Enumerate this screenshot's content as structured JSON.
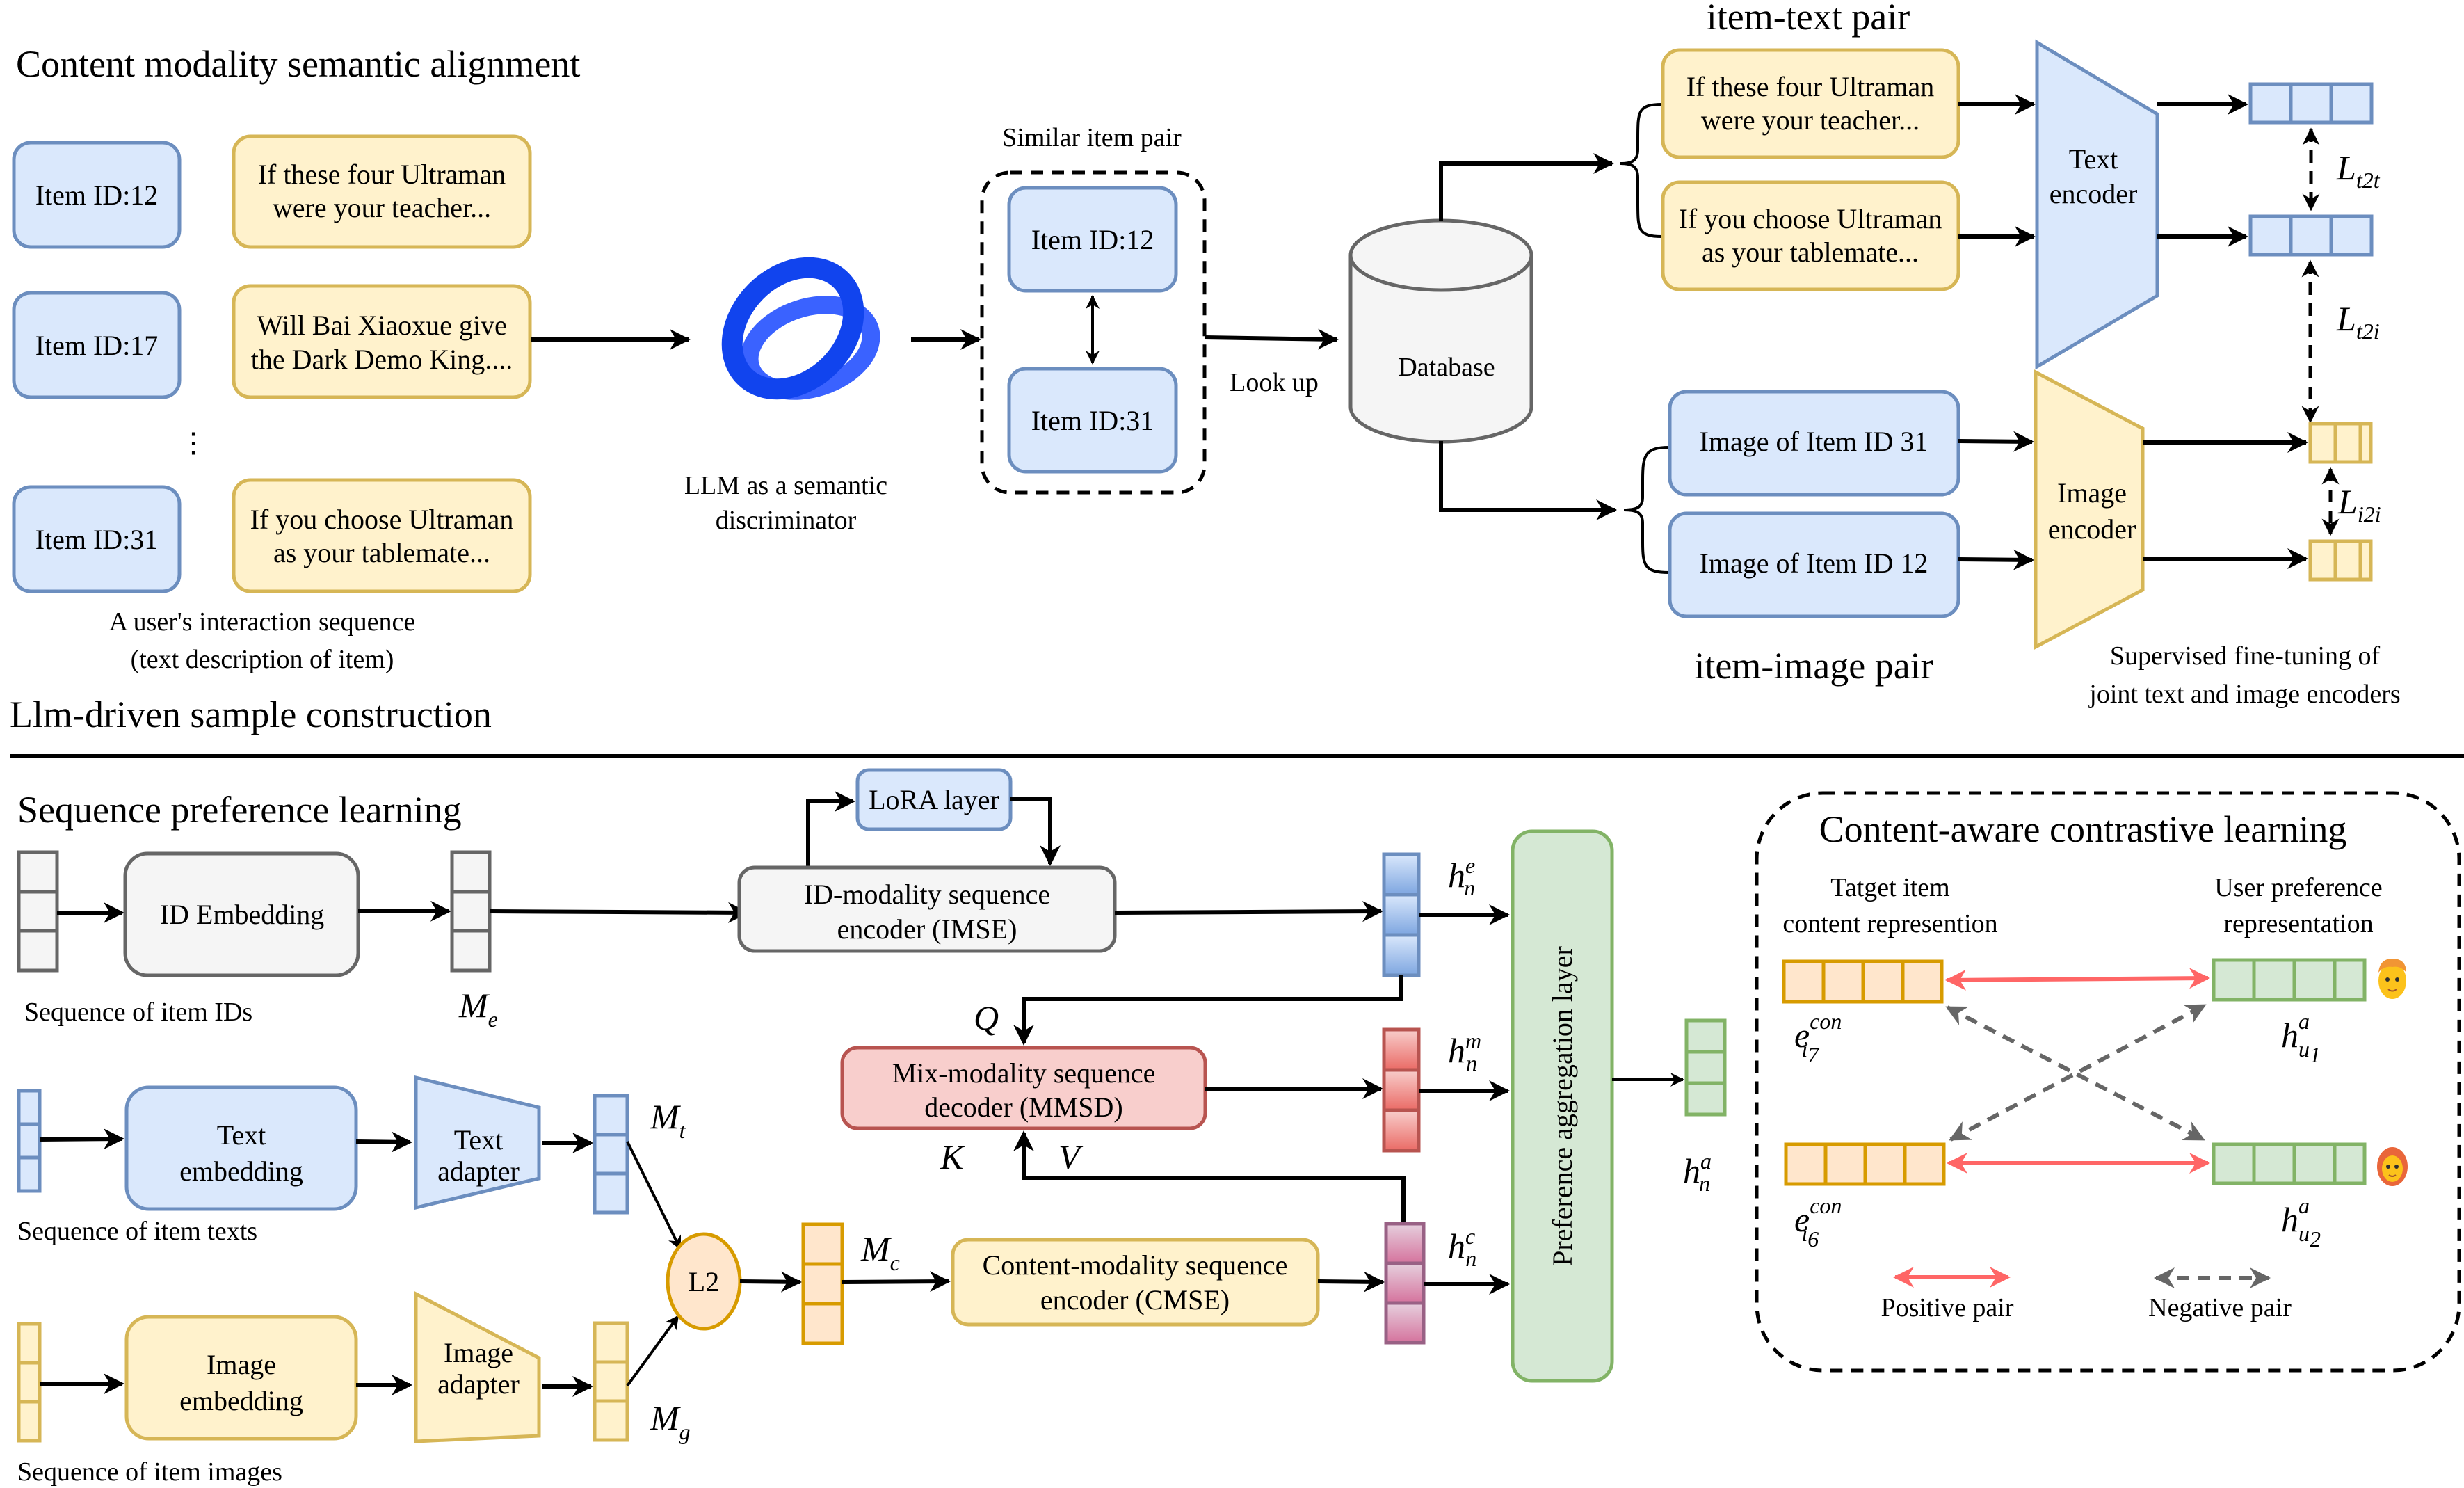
{
  "sections": {
    "top_title": "Content modality semantic alignment",
    "top_subtitle": "Llm-driven sample construction",
    "bottom_title": "Sequence preference learning"
  },
  "colors": {
    "blue_fill": "#dae8fc",
    "blue_stroke": "#6c8ebf",
    "yellow_fill": "#fff2cc",
    "yellow_stroke": "#d6b656",
    "gray_fill": "#f5f5f5",
    "gray_stroke": "#666666",
    "red_fill": "#f8cecc",
    "red_stroke": "#b85450",
    "green_fill": "#d5e8d4",
    "green_stroke": "#82b366",
    "orange_fill": "#ffe6cc",
    "orange_stroke": "#d79b00",
    "llm_logo": "#1144ee",
    "positive_arrow": "#ff6666",
    "negative_arrow": "#666666"
  },
  "interaction_sequence": {
    "items": [
      {
        "id_label": "Item ID:12",
        "text_line1": "If these four Ultraman",
        "text_line2": "were your teacher..."
      },
      {
        "id_label": "Item ID:17",
        "text_line1": "Will Bai Xiaoxue give",
        "text_line2": "the Dark Demo King...."
      },
      {
        "id_label": "Item ID:31",
        "text_line1": "If you choose Ultraman",
        "text_line2": "as your tablemate..."
      }
    ],
    "ellipsis": "⋮",
    "caption_line1": "A user's interaction sequence",
    "caption_line2": "(text description of item)"
  },
  "llm": {
    "icon": "llm-logo-icon",
    "caption_line1": "LLM as a semantic",
    "caption_line2": "discriminator"
  },
  "similar_pair": {
    "title": "Similar item pair",
    "item_a": "Item ID:12",
    "item_b": "Item ID:31",
    "lookup_label": "Look up"
  },
  "database": {
    "label": "Database",
    "icon": "database-icon"
  },
  "item_text_pair": {
    "title": "item-text pair",
    "text_a_line1": "If these four Ultraman",
    "text_a_line2": "were your teacher...",
    "text_b_line1": "If you choose Ultraman",
    "text_b_line2": "as your tablemate..."
  },
  "item_image_pair": {
    "title": "item-image pair",
    "image_a": "Image of Item ID 31",
    "image_b": "Image of Item ID 12"
  },
  "encoders": {
    "text_encoder_line1": "Text",
    "text_encoder_line2": "encoder",
    "image_encoder_line1": "Image",
    "image_encoder_line2": "encoder",
    "loss_t2t": {
      "main": "L",
      "sub": "t2t"
    },
    "loss_t2i": {
      "main": "L",
      "sub": "t2i"
    },
    "loss_i2i": {
      "main": "L",
      "sub": "i2i"
    },
    "caption_line1": "Supervised fine-tuning of",
    "caption_line2": "joint text and image encoders"
  },
  "sequence_learning": {
    "id_embedding": "ID Embedding",
    "seq_ids_caption": "Sequence of item IDs",
    "me_label": {
      "main": "M",
      "sub": "e"
    },
    "text_embedding_line1": "Text",
    "text_embedding_line2": "embedding",
    "text_adapter_line1": "Text",
    "text_adapter_line2": "adapter",
    "mt_label": {
      "main": "M",
      "sub": "t"
    },
    "seq_texts_caption": "Sequence of item texts",
    "image_embedding_line1": "Image",
    "image_embedding_line2": "embedding",
    "image_adapter_line1": "Image",
    "image_adapter_line2": "adapter",
    "mg_label": {
      "main": "M",
      "sub": "g"
    },
    "seq_images_caption": "Sequence of item images",
    "l2_label": "L2",
    "mc_label": {
      "main": "M",
      "sub": "c"
    },
    "lora": "LoRA layer",
    "imse_line1": "ID-modality sequence",
    "imse_line2": "encoder (IMSE)",
    "mmsd_line1": "Mix-modality sequence",
    "mmsd_line2": "decoder (MMSD)",
    "cmse_line1": "Content-modality sequence",
    "cmse_line2": "encoder (CMSE)",
    "q_label": "Q",
    "k_label": "K",
    "v_label": "V",
    "he_label": {
      "main": "h",
      "sup": "e",
      "sub": "n"
    },
    "hm_label": {
      "main": "h",
      "sup": "m",
      "sub": "n"
    },
    "hc_label": {
      "main": "h",
      "sup": "c",
      "sub": "n"
    },
    "ha_label": {
      "main": "h",
      "sup": "a",
      "sub": "n"
    },
    "aggregation": "Preference aggregation layer"
  },
  "contrastive": {
    "title": "Content-aware contrastive learning",
    "left_header_line1": "Tatget item",
    "left_header_line2": "content represention",
    "right_header_line1": "User preference",
    "right_header_line2": "representation",
    "e_i7": {
      "main": "e",
      "sup": "con",
      "sub": "i",
      "subsub": "7"
    },
    "e_i6": {
      "main": "e",
      "sup": "con",
      "sub": "i",
      "subsub": "6"
    },
    "h_u1": {
      "main": "h",
      "sup": "a",
      "sub": "u",
      "subsub": "1"
    },
    "h_u2": {
      "main": "h",
      "sup": "a",
      "sub": "u",
      "subsub": "2"
    },
    "user1_icon": "man-face-icon",
    "user2_icon": "woman-face-icon",
    "positive_label": "Positive pair",
    "negative_label": "Negative pair"
  }
}
